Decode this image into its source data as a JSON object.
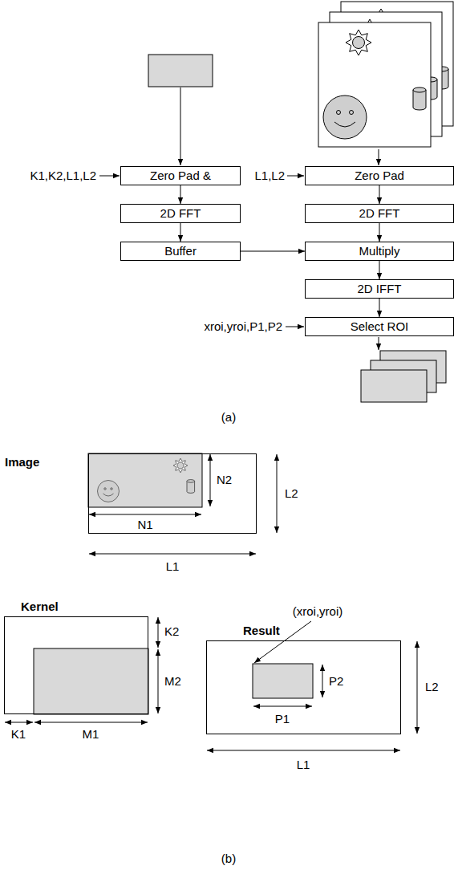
{
  "diagram": {
    "nodes": [
      {
        "text": [
          "Zero Pad &"
        ]
      },
      {
        "text": [
          "Zero Pad"
        ]
      },
      {
        "text": [
          "2D FFT"
        ]
      },
      {
        "text": [
          "2D FFT"
        ]
      },
      {
        "text": [
          "Buffer"
        ]
      },
      {
        "text": [
          "Multiply"
        ]
      },
      {
        "text": [
          "2D IFFT"
        ]
      },
      {
        "text": [
          "Select ROI"
        ]
      },
      {
        "text": [
          "Image"
        ]
      },
      {
        "text": [
          "Kernel"
        ]
      },
      {
        "text": [
          "Result"
        ]
      }
    ],
    "edges": [
      {
        "from": 0,
        "to": 2,
        "arrow": "to"
      },
      {
        "from": 1,
        "to": 3,
        "arrow": "to"
      },
      {
        "from": 2,
        "to": 4,
        "arrow": "to"
      },
      {
        "from": 3,
        "to": 5,
        "arrow": "to"
      },
      {
        "from": 4,
        "to": 5,
        "arrow": "to"
      },
      {
        "from": 5,
        "to": 6,
        "arrow": "to"
      },
      {
        "from": 6,
        "to": 7,
        "arrow": "to"
      }
    ],
    "labels": [
      "K1,K2,L1,L2",
      "L1,L2",
      "xroi,yroi,P1,P2",
      "(a)",
      "N2",
      "L2",
      "N1",
      "L1",
      "K2",
      "M2",
      "K1",
      "M1",
      "(xroi,yroi)",
      "P2",
      "P1",
      "L2",
      "L1",
      "(b)"
    ]
  }
}
